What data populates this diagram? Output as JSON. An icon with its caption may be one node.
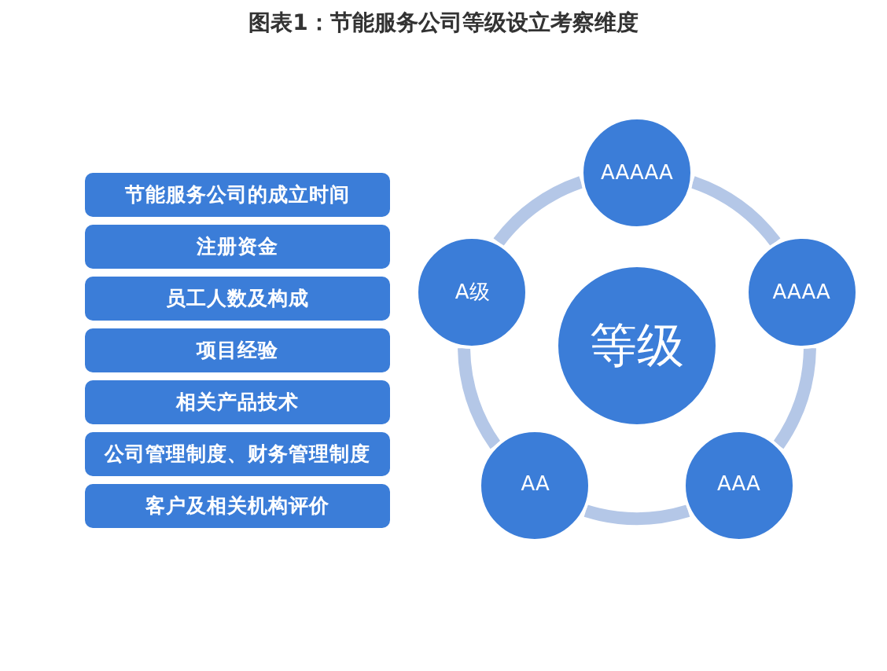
{
  "diagram": {
    "title": "图表1：节能服务公司等级设立考察维度",
    "nodes": [
      {
        "text": [
          "节能服务公司的成立时间"
        ]
      },
      {
        "text": [
          "注册资金"
        ]
      },
      {
        "text": [
          "员工人数及构成"
        ]
      },
      {
        "text": [
          "项目经验"
        ]
      },
      {
        "text": [
          "相关产品技术"
        ]
      },
      {
        "text": [
          "公司管理制度、财务管理制度"
        ]
      },
      {
        "text": [
          "客户及相关机构评价"
        ]
      },
      {
        "text": [
          "AAAAA"
        ]
      },
      {
        "text": [
          "A级"
        ]
      },
      {
        "text": [
          "AAAA"
        ]
      },
      {
        "text": [
          "等级"
        ]
      },
      {
        "text": [
          "AA"
        ]
      },
      {
        "text": [
          "AAA"
        ]
      }
    ],
    "edges": [
      {
        "from": 7,
        "to": 9,
        "arrow": "none"
      },
      {
        "from": 9,
        "to": 12,
        "arrow": "none"
      },
      {
        "from": 12,
        "to": 11,
        "arrow": "none"
      },
      {
        "from": 11,
        "to": 8,
        "arrow": "none"
      },
      {
        "from": 8,
        "to": 7,
        "arrow": "none"
      }
    ]
  }
}
